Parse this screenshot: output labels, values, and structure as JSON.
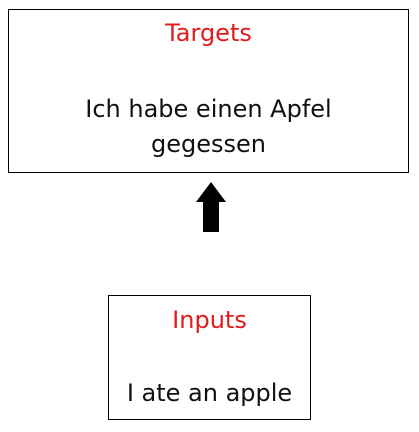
{
  "colors": {
    "title": "#e31b1b",
    "text": "#111111",
    "border": "#000000",
    "arrow": "#000000"
  },
  "targets": {
    "title": "Targets",
    "text": "Ich habe einen Apfel gegessen"
  },
  "inputs": {
    "title": "Inputs",
    "text": "I ate an apple"
  },
  "arrow": {
    "icon": "arrow-up-icon"
  }
}
